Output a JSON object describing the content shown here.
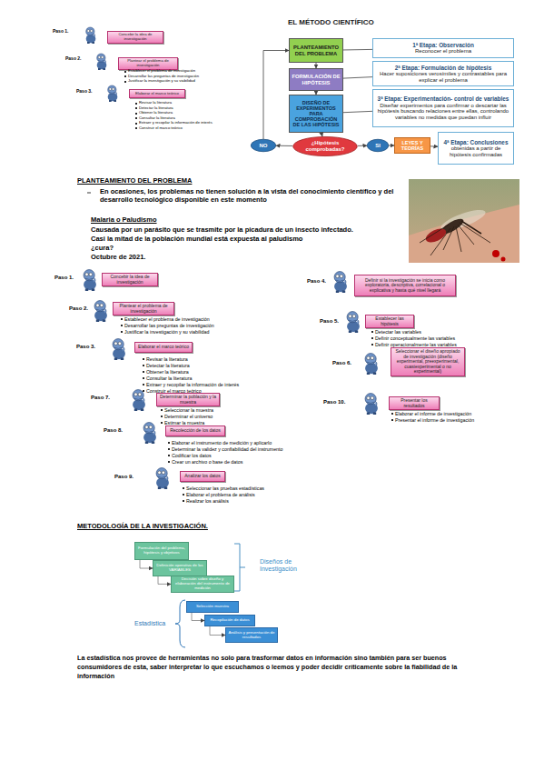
{
  "diagram": {
    "nodes": [
      {
        "text": [
          "Concebir la idea de investigación"
        ]
      },
      {
        "text": [
          "Plantear el problema de investigación"
        ]
      },
      {
        "text": [
          "Elaborar el marco teórico"
        ]
      },
      {
        "text": [
          "PLANTEAMIENTO DEL PROBLEMA"
        ]
      },
      {
        "text": [
          "1ª Etapa: Observación",
          "Reconocer el problema"
        ]
      },
      {
        "text": [
          "FORMULACIÓN DE HIPÓTESIS"
        ]
      },
      {
        "text": [
          "2ª Etapa: Formulación de hipótesis",
          "Hacer suposiciones verosímiles y contrastables para explicar el problema"
        ]
      },
      {
        "text": [
          "DISEÑO DE EXPERIMENTOS PARA COMPROBACIÓN DE LAS HIPÓTESIS"
        ]
      },
      {
        "text": [
          "3ª Etapa: Experimentación- control de variables",
          "Diseñar experimentos para confirmar o descartar las hipótesis buscando relaciones entre ellas, controlando variables no medidas que puedan influir"
        ]
      },
      {
        "text": [
          "NO"
        ]
      },
      {
        "text": [
          "¿Hipótesis comprobadas?"
        ]
      },
      {
        "text": [
          "SI"
        ]
      },
      {
        "text": [
          "LEYES Y TEORÍAS"
        ]
      },
      {
        "text": [
          "4ª Etapa: Conclusiones",
          "obtenidas a partir de hipótesis confirmadas"
        ]
      },
      {
        "text": [
          "Concebir la idea de investigación"
        ]
      },
      {
        "text": [
          "Plantear el problema de investigación"
        ]
      },
      {
        "text": [
          "Elaborar el marco teórico"
        ]
      },
      {
        "text": [
          "Definir si la investigación se inicia como exploratoria, descriptiva, correlacional o explicativa y hasta qué nivel llegará"
        ]
      },
      {
        "text": [
          "Establecer las hipótesis"
        ]
      },
      {
        "text": [
          "Seleccionar el diseño apropiado de investigación (diseño experimental, preexperimental, cuasiexperimental o no experimental)"
        ]
      },
      {
        "text": [
          "Determinar la población y la muestra"
        ]
      },
      {
        "text": [
          "Recolección de los datos"
        ]
      },
      {
        "text": [
          "Analizar los datos"
        ]
      },
      {
        "text": [
          "Presentar los resultados"
        ]
      },
      {
        "text": [
          "Formulación del problema, hipótesis y objetivos"
        ]
      },
      {
        "text": [
          "Definición operativa de las VARIABLES"
        ]
      },
      {
        "text": [
          "Decisión sobre diseño y elaboración del instrumento de medición"
        ]
      },
      {
        "text": [
          "Selección muestra"
        ]
      },
      {
        "text": [
          "Recopilación de datos"
        ]
      },
      {
        "text": [
          "Análisis y presentación de resultados"
        ]
      }
    ],
    "edges": [
      {
        "from": 3,
        "to": 5,
        "arrow": "to"
      },
      {
        "from": 5,
        "to": 7,
        "arrow": "to"
      },
      {
        "from": 7,
        "to": 10,
        "arrow": "to"
      },
      {
        "from": 10,
        "to": 9,
        "arrow": "to"
      },
      {
        "from": 10,
        "to": 11,
        "arrow": "to"
      },
      {
        "from": 9,
        "to": 3,
        "arrow": "to"
      },
      {
        "from": 11,
        "to": 12,
        "arrow": "to"
      },
      {
        "from": 12,
        "to": 13,
        "arrow": "to"
      },
      {
        "from": 3,
        "to": 4,
        "arrow": "none"
      },
      {
        "from": 5,
        "to": 6,
        "arrow": "none"
      },
      {
        "from": 7,
        "to": 8,
        "arrow": "none"
      },
      {
        "from": 24,
        "to": 25,
        "arrow": "to"
      },
      {
        "from": 25,
        "to": 26,
        "arrow": "to"
      },
      {
        "from": 27,
        "to": 28,
        "arrow": "to"
      },
      {
        "from": 28,
        "to": 29,
        "arrow": "to"
      }
    ],
    "labels": [
      "Paso 1.",
      "Paso 2.",
      "Establecer el problema de investigación",
      "Desarrollar las preguntas de investigación",
      "Justificar la investigación y su viabilidad",
      "Paso 3.",
      "Revisar la literatura",
      "Detectar la literatura",
      "Obtener la literatura",
      "Consultar la literatura",
      "Extraer y recopilar la información de interés",
      "Construir el marco teórico",
      "EL MÉTODO CIENTÍFICO",
      "PLANTEAMIENTO DEL PROBLEMA",
      "En ocasiones, los problemas no tienen solución a la vista del conocimiento científico y del desarrollo tecnológico disponible en este momento",
      "Malaria o Paludismo",
      "Causada por un parásito que se trasmite por la picadura de un insecto infectado.",
      "Casi la mitad de la población mundial está expuesta al paludismo",
      "¿cura?",
      "Octubre de 2021.",
      "Paso 1.",
      "Paso 2.",
      "Establecer el problema de investigación",
      "Desarrollar las preguntas de investigación",
      "Justificar la investigación y su viabilidad",
      "Paso 3.",
      "Revisar la literatura",
      "Detectar la literatura",
      "Obtener la literatura",
      "Consultar la literatura",
      "Extraer y recopilar la información de interés",
      "Construir el marco teórico",
      "Paso 4.",
      "Paso 5.",
      "Detectar las variables",
      "Definir conceptualmente las variables",
      "Definir operacionalmente las variables",
      "Paso 6.",
      "Paso 7.",
      "Seleccionar la muestra",
      "Determinar el universo",
      "Estimar la muestra",
      "Paso 8.",
      "Elaborar el instrumento de medición y aplicarlo",
      "Determinar la validez y confiabilidad del instrumento",
      "Codificar los datos",
      "Crear un archivo o base de datos",
      "Paso 9.",
      "Seleccionar las pruebas estadísticas",
      "Elaborar el problema de análisis",
      "Realizar los análisis",
      "Paso 10.",
      "Elaborar el informe de investigación",
      "Presentar el informe de investigación",
      "METODOLOGÍA DE LA INVESTIGACIÓN.",
      "Diseños de Investigación",
      "Estadística",
      "La estadística nos provee de herramientas no solo para trasformar datos en información sino también para ser buenos consumidores de esta, saber interpretar lo que escuchamos o leemos y poder decidir críticamente sobre la fiabilidad de la información"
    ]
  }
}
